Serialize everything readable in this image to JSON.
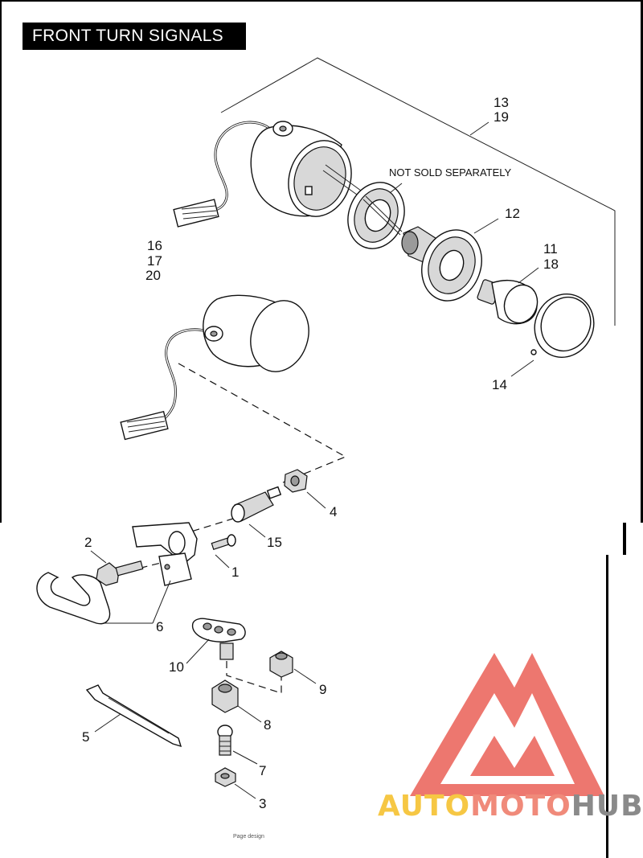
{
  "title": "FRONT TURN SIGNALS",
  "note": "NOT SOLD SEPARATELY",
  "callouts": {
    "c1": "1",
    "c2": "2",
    "c3": "3",
    "c4": "4",
    "c5": "5",
    "c6": "6",
    "c7": "7",
    "c8": "8",
    "c9": "9",
    "c10": "10",
    "c11": "11",
    "c18": "18",
    "c12": "12",
    "c13": "13",
    "c19": "19",
    "c14": "14",
    "c15": "15",
    "c16": "16",
    "c17": "17",
    "c20": "20"
  },
  "footer": "Page design",
  "watermark": {
    "auto": "AUTO",
    "moto": "MOTO",
    "hub": "HUB",
    "colors": {
      "yellow": "#f6c744",
      "salmon": "#f08a7a",
      "gray": "#8a8a8a",
      "red": "#e84a3f"
    }
  }
}
